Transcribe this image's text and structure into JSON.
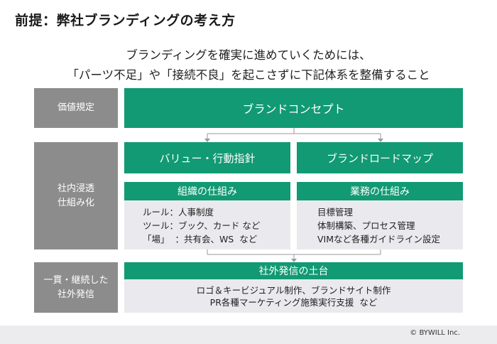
{
  "title": "前提：弊社ブランディングの考え方",
  "subtitle": {
    "line1": "ブランディングを確実に進めていくためには、",
    "line2": "「パーツ不足」や「接続不良」を起こさずに下記体系を整備すること"
  },
  "rows": {
    "value": {
      "label": "価値規定",
      "concept": "ブランドコンセプト"
    },
    "penetration": {
      "label": "社内浸透\n仕組み化",
      "left": {
        "header": "バリュー・行動指針",
        "sub": "組織の仕組み",
        "items": [
          "ルール：人事制度",
          "ツール：ブック、カード など",
          "「場」  ：共有会、WS  など"
        ]
      },
      "right": {
        "header": "ブランドロードマップ",
        "sub": "業務の仕組み",
        "items": [
          "目標管理",
          "体制構築、プロセス管理",
          "VIMなど各種ガイドライン設定"
        ]
      }
    },
    "external": {
      "label": "一貫・継続した\n社外発信",
      "header": "社外発信の土台",
      "items": [
        "ロゴ＆キービジュアル制作、ブランドサイト制作",
        "PR各種マーケティング施策実行支援  など"
      ]
    }
  },
  "footer": {
    "copyright": "© BYWILL Inc."
  },
  "colors": {
    "accent": "#119a73",
    "side": "#8c8c8c",
    "panel": "#eaeaee"
  }
}
